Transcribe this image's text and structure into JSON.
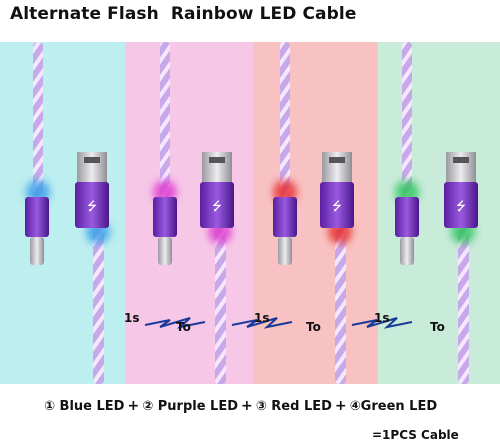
{
  "title": "Alternate Flash  Rainbow LED Cable",
  "transitions": [
    {
      "from": "1s",
      "to": "To"
    },
    {
      "from": "1s",
      "to": "To"
    },
    {
      "from": "1s",
      "to": "To"
    }
  ],
  "leds": [
    {
      "marker": "①",
      "label": "Blue LED",
      "color": "#3aa0e8"
    },
    {
      "marker": "②",
      "label": "Purple LED",
      "color": "#e040d0"
    },
    {
      "marker": "③",
      "label": "Red LED",
      "color": "#e83030"
    },
    {
      "marker": "④",
      "label": "Green LED",
      "color": "#30c860"
    }
  ],
  "plus_sign": "+",
  "footer": "=1PCS Cable",
  "colors": {
    "panel_blue": "#bdeef0",
    "panel_pink": "#f7c7e8",
    "panel_red": "#f8c2c2",
    "panel_green": "#c9ebd9",
    "cable_purple": "#8b4fc9"
  }
}
